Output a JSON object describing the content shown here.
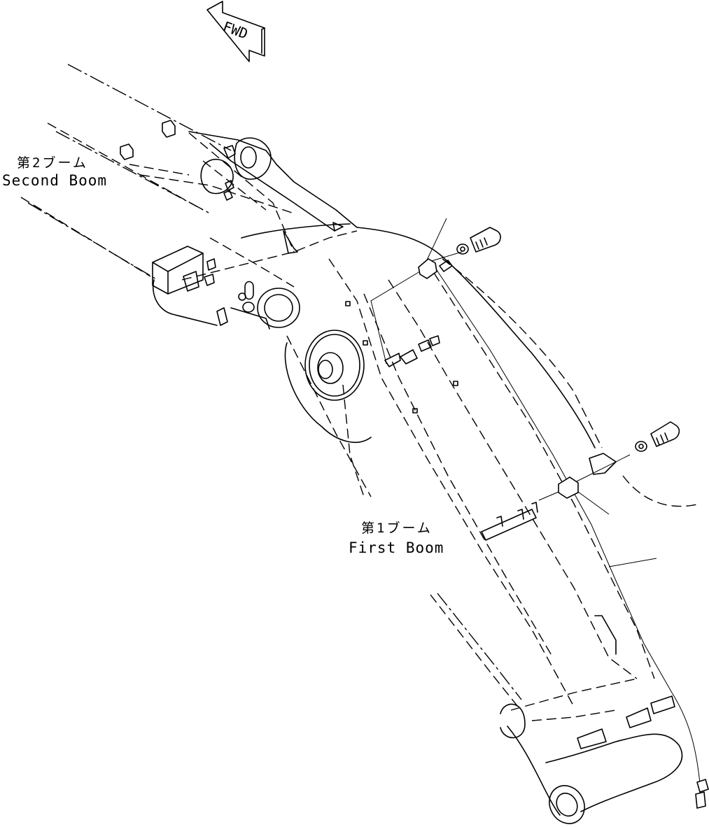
{
  "direction_arrow": {
    "text": "FWD",
    "icon": "forward-arrow-icon"
  },
  "labels": {
    "second_boom_jp": "第2ブーム",
    "second_boom_en": "Second Boom",
    "first_boom_jp": "第1ブーム",
    "first_boom_en": "First Boom"
  },
  "colors": {
    "line": "#000000",
    "background": "#ffffff"
  }
}
